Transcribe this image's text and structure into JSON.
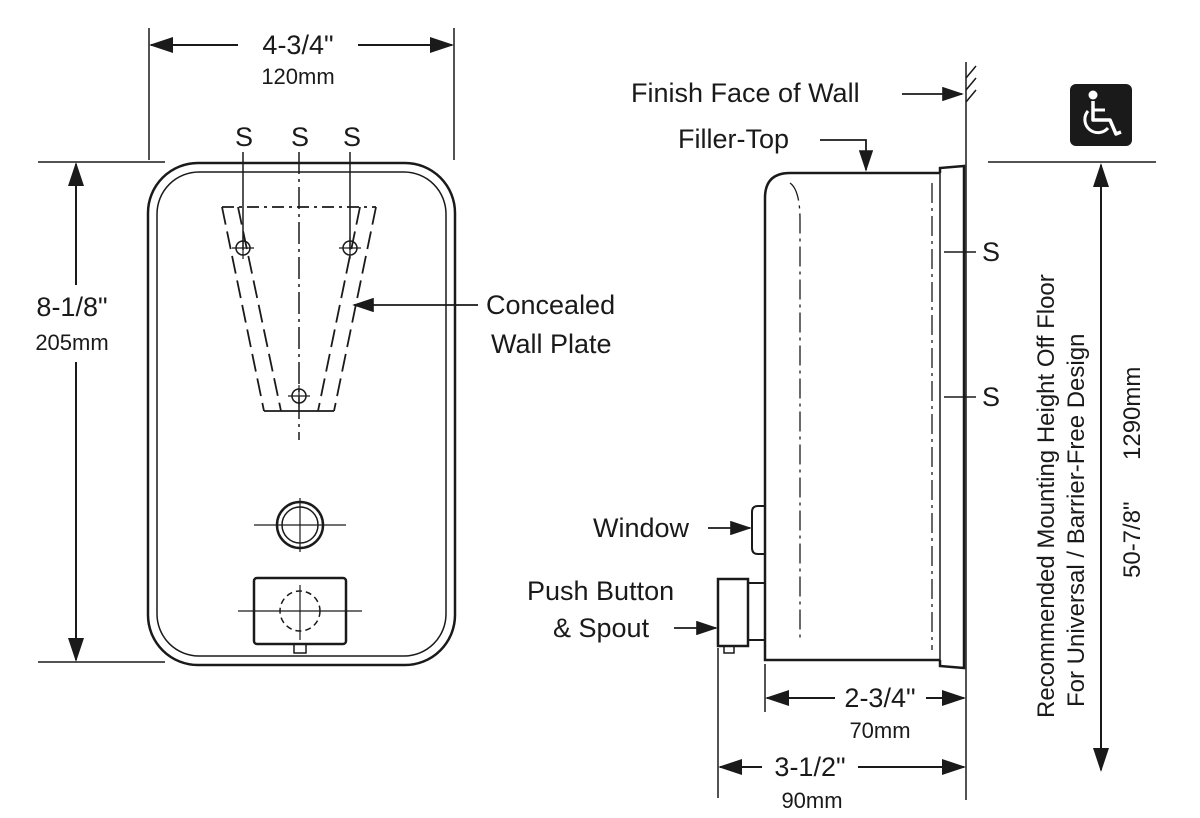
{
  "front_view": {
    "width_dim": "4-3/4\"",
    "width_mm": "120mm",
    "height_dim": "8-1/8\"",
    "height_mm": "205mm",
    "screw_labels": [
      "S",
      "S",
      "S"
    ],
    "concealed_plate_label": [
      "Concealed",
      "Wall Plate"
    ]
  },
  "side_view": {
    "finish_face_label": "Finish Face of Wall",
    "filler_top_label": "Filler-Top",
    "screw_labels": [
      "S",
      "S"
    ],
    "window_label": "Window",
    "push_button_label": [
      "Push Button",
      "& Spout"
    ],
    "depth_dim": "2-3/4\"",
    "depth_mm": "70mm",
    "total_depth_dim": "3-1/2\"",
    "total_depth_mm": "90mm"
  },
  "mounting": {
    "height_dim": "50-7/8\"",
    "height_mm": "1290mm",
    "label_line1": "Recommended Mounting Height Off Floor",
    "label_line2": "For Universal / Barrier-Free Design",
    "accessibility_icon": "wheelchair-icon"
  },
  "colors": {
    "ink": "#1a1a1a",
    "background": "#ffffff"
  }
}
